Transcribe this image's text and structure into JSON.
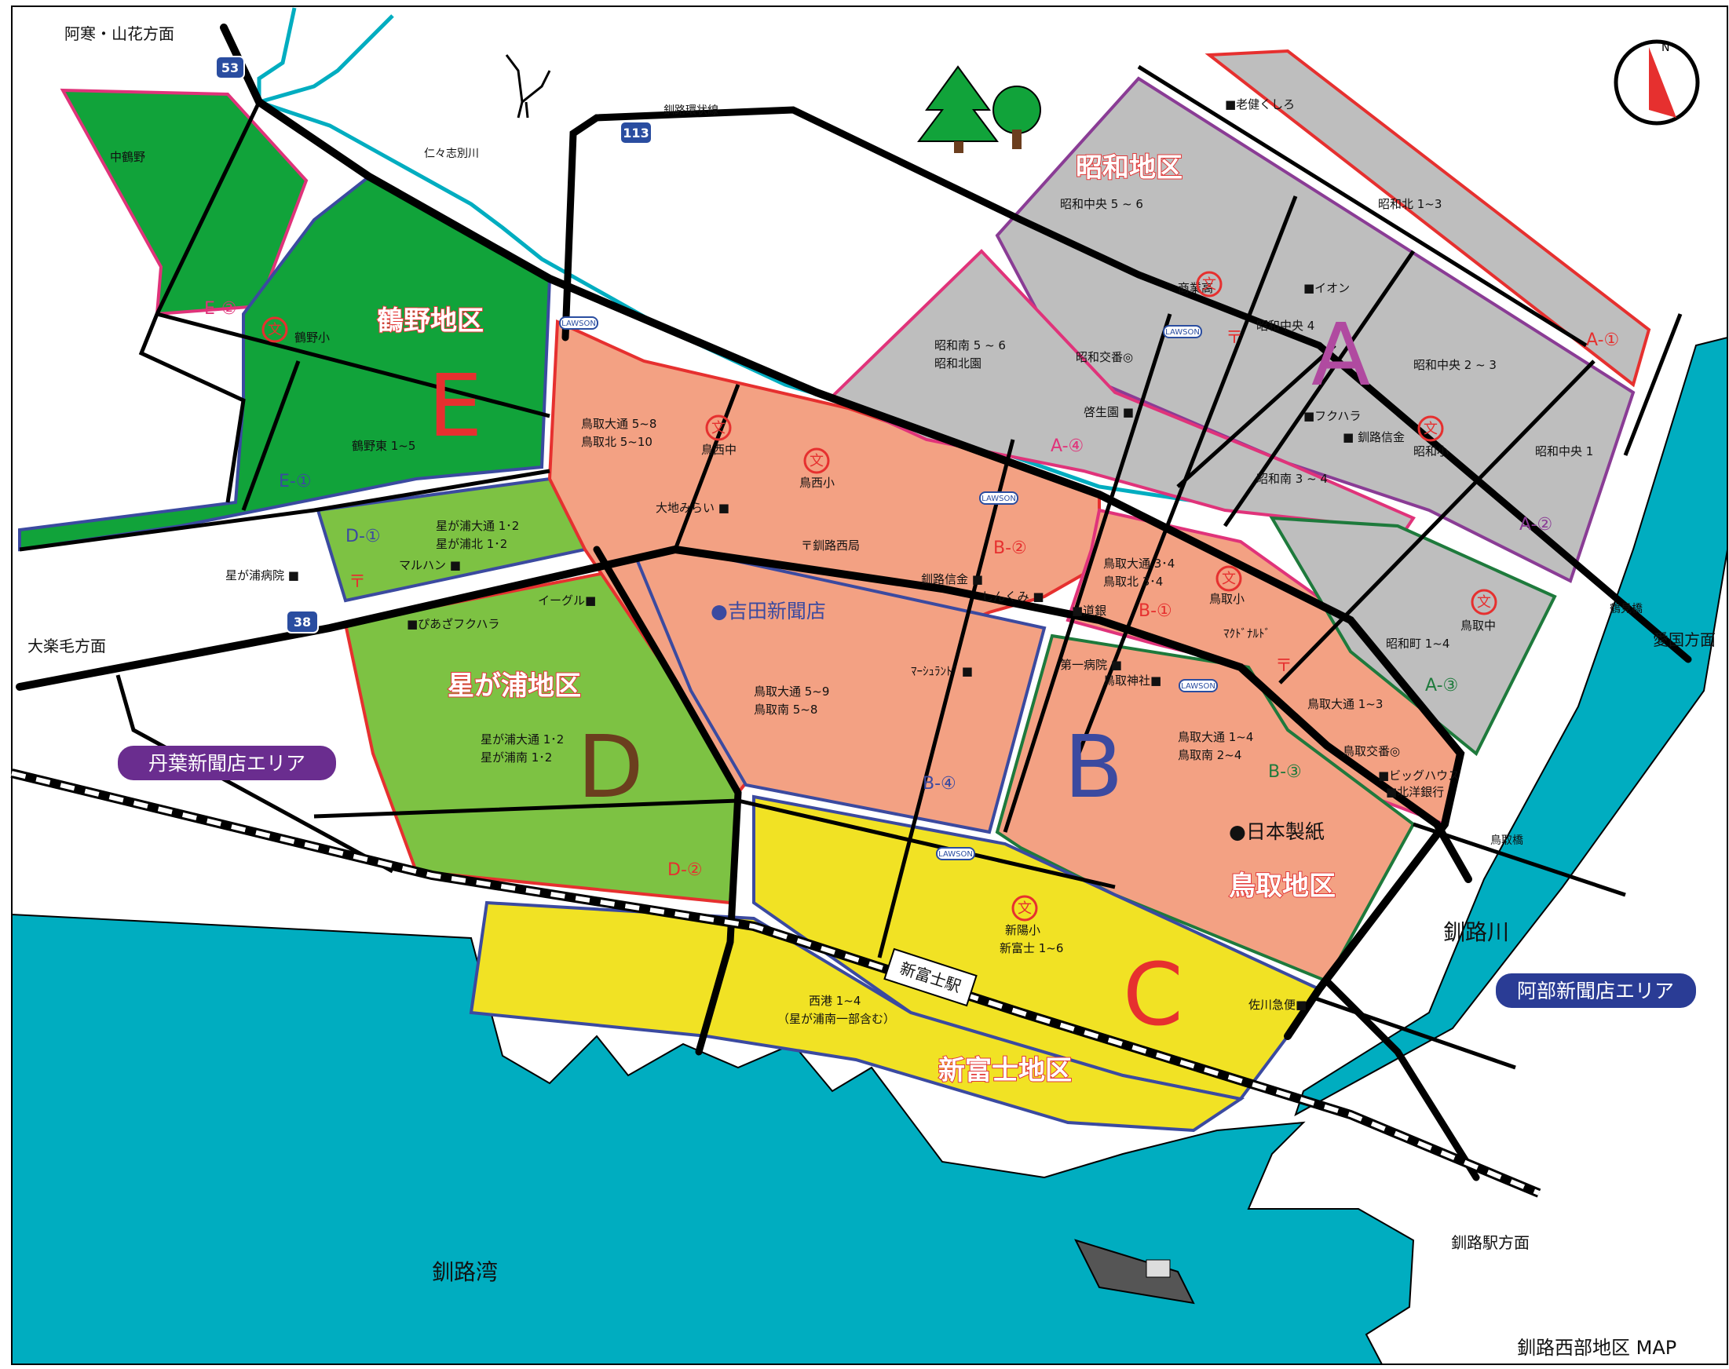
{
  "title": "釧路西部地区 MAP",
  "colors": {
    "sea": "#00adc0",
    "river": "#00adc0",
    "districtA": "#bebebe",
    "districtB": "#f3a183",
    "districtC": "#f1e224",
    "districtD": "#7dc243",
    "districtE": "#11a33a",
    "road": "#000000",
    "borderRed": "#e6302f",
    "borderPink": "#e0337a",
    "borderBlue": "#3b4aa0",
    "borderPurple": "#8a3c95",
    "borderGreen": "#1e7a3c"
  },
  "districts": {
    "A": {
      "letter": "A",
      "name": "昭和地区"
    },
    "B": {
      "letter": "B",
      "name": "鳥取地区"
    },
    "C": {
      "letter": "C",
      "name": "新富士地区"
    },
    "D": {
      "letter": "D",
      "name": "星が浦地区"
    },
    "E": {
      "letter": "E",
      "name": "鶴野地区"
    }
  },
  "subareas": [
    "A-①",
    "A-②",
    "A-③",
    "A-④",
    "B-①",
    "B-②",
    "B-③",
    "B-④",
    "D-①",
    "D-②",
    "E-①",
    "E-②"
  ],
  "areas_text": {
    "a1": "昭和北 1~3",
    "a2": "昭和中央 5 ~ 6",
    "a3": "昭和中央 4",
    "a4": "昭和中央 2 ~ 3",
    "a5": "昭和中央 1",
    "a6": "昭和南 5 ~ 6",
    "a7": "昭和北園",
    "a8": "昭和南 3 ~ 4",
    "a9": "昭和町 1~4",
    "b1": "鳥取大通 5~8",
    "b2": "鳥取北 5~10",
    "b3": "鳥取大通 3･4",
    "b4": "鳥取北 3･4",
    "b5": "鳥取大通 5~9",
    "b6": "鳥取南 5~8",
    "b7": "鳥取大通 1~4",
    "b8": "鳥取南 2~4",
    "b9": "鳥取大通 1~3",
    "d1": "星が浦大通 1･2",
    "d2": "星が浦北 1･2",
    "d3": "星が浦大通 1･2",
    "d4": "星が浦南 1･2",
    "e1": "中鶴野",
    "e2": "鶴野東 1~5",
    "c1": "新陽小",
    "c2": "新富士 1~6",
    "c3": "西港 1~4",
    "c4": "（星が浦南一部含む）"
  },
  "places": {
    "rouken": "■老健くしろ",
    "aeon": "■イオン",
    "shogyo": "商業高",
    "showa_koban": "昭和交番◎",
    "keiseien": "啓生園 ■",
    "fukuhara": "■フクハラ",
    "shinkin": "■ 釧路信金",
    "showa_sho": "昭和小",
    "tottori_chu": "鳥取中",
    "tottori_sho": "鳥取小",
    "torinishi_chu": "鳥西中",
    "torinishi_sho": "鳥西小",
    "daichi": "大地みらい ■",
    "kushiro_nishi": "〒釧路西局",
    "shinkin2": "釧路信金 ■",
    "shinkumi": "しんくみ ■",
    "dogin": "■道銀",
    "mcd": "ﾏｸﾄﾞﾅﾙﾄﾞ",
    "tottori_koban": "鳥取交番◎",
    "big_house": "■ビッグハウス",
    "hokuyo": "■北洋銀行",
    "daiichi": "第一病院 ■",
    "tottori_jinja": "鳥取神社■",
    "marshland": "ﾏｰｼｭﾗﾝﾄﾞ ■",
    "eagle": "イーグル■",
    "piasa": "■ぴあざフクハラ",
    "maruhan": "マルハン ■",
    "hoshigaura_byoin": "星が浦病院 ■",
    "tsuruno_sho": "鶴野小",
    "sagawa": "佐川急便■",
    "yoshida": "●吉田新聞店",
    "nihon_seishi": "●日本製紙"
  },
  "labels": {
    "akan": "阿寒・山花方面",
    "oorakuke": "大楽毛方面",
    "aikoku": "愛国方面",
    "kushiro_eki": "釧路駅方面",
    "kushiro_wan": "釧路湾",
    "kushiro_gawa": "釧路川",
    "nini_shibetsu": "仁々志別川",
    "kanjo": "釧路環状線",
    "shinfuji_eki": "新富士駅",
    "tsurumi_bashi": "鶴見橋",
    "tottori_bashi": "鳥取橋",
    "tanba_area": "丹葉新聞店エリア",
    "abe_area": "阿部新聞店エリア",
    "route53": "53",
    "route113": "113",
    "route38": "38",
    "north": "N",
    "lawson": "LAWSON",
    "school": "文",
    "post": "〒"
  }
}
